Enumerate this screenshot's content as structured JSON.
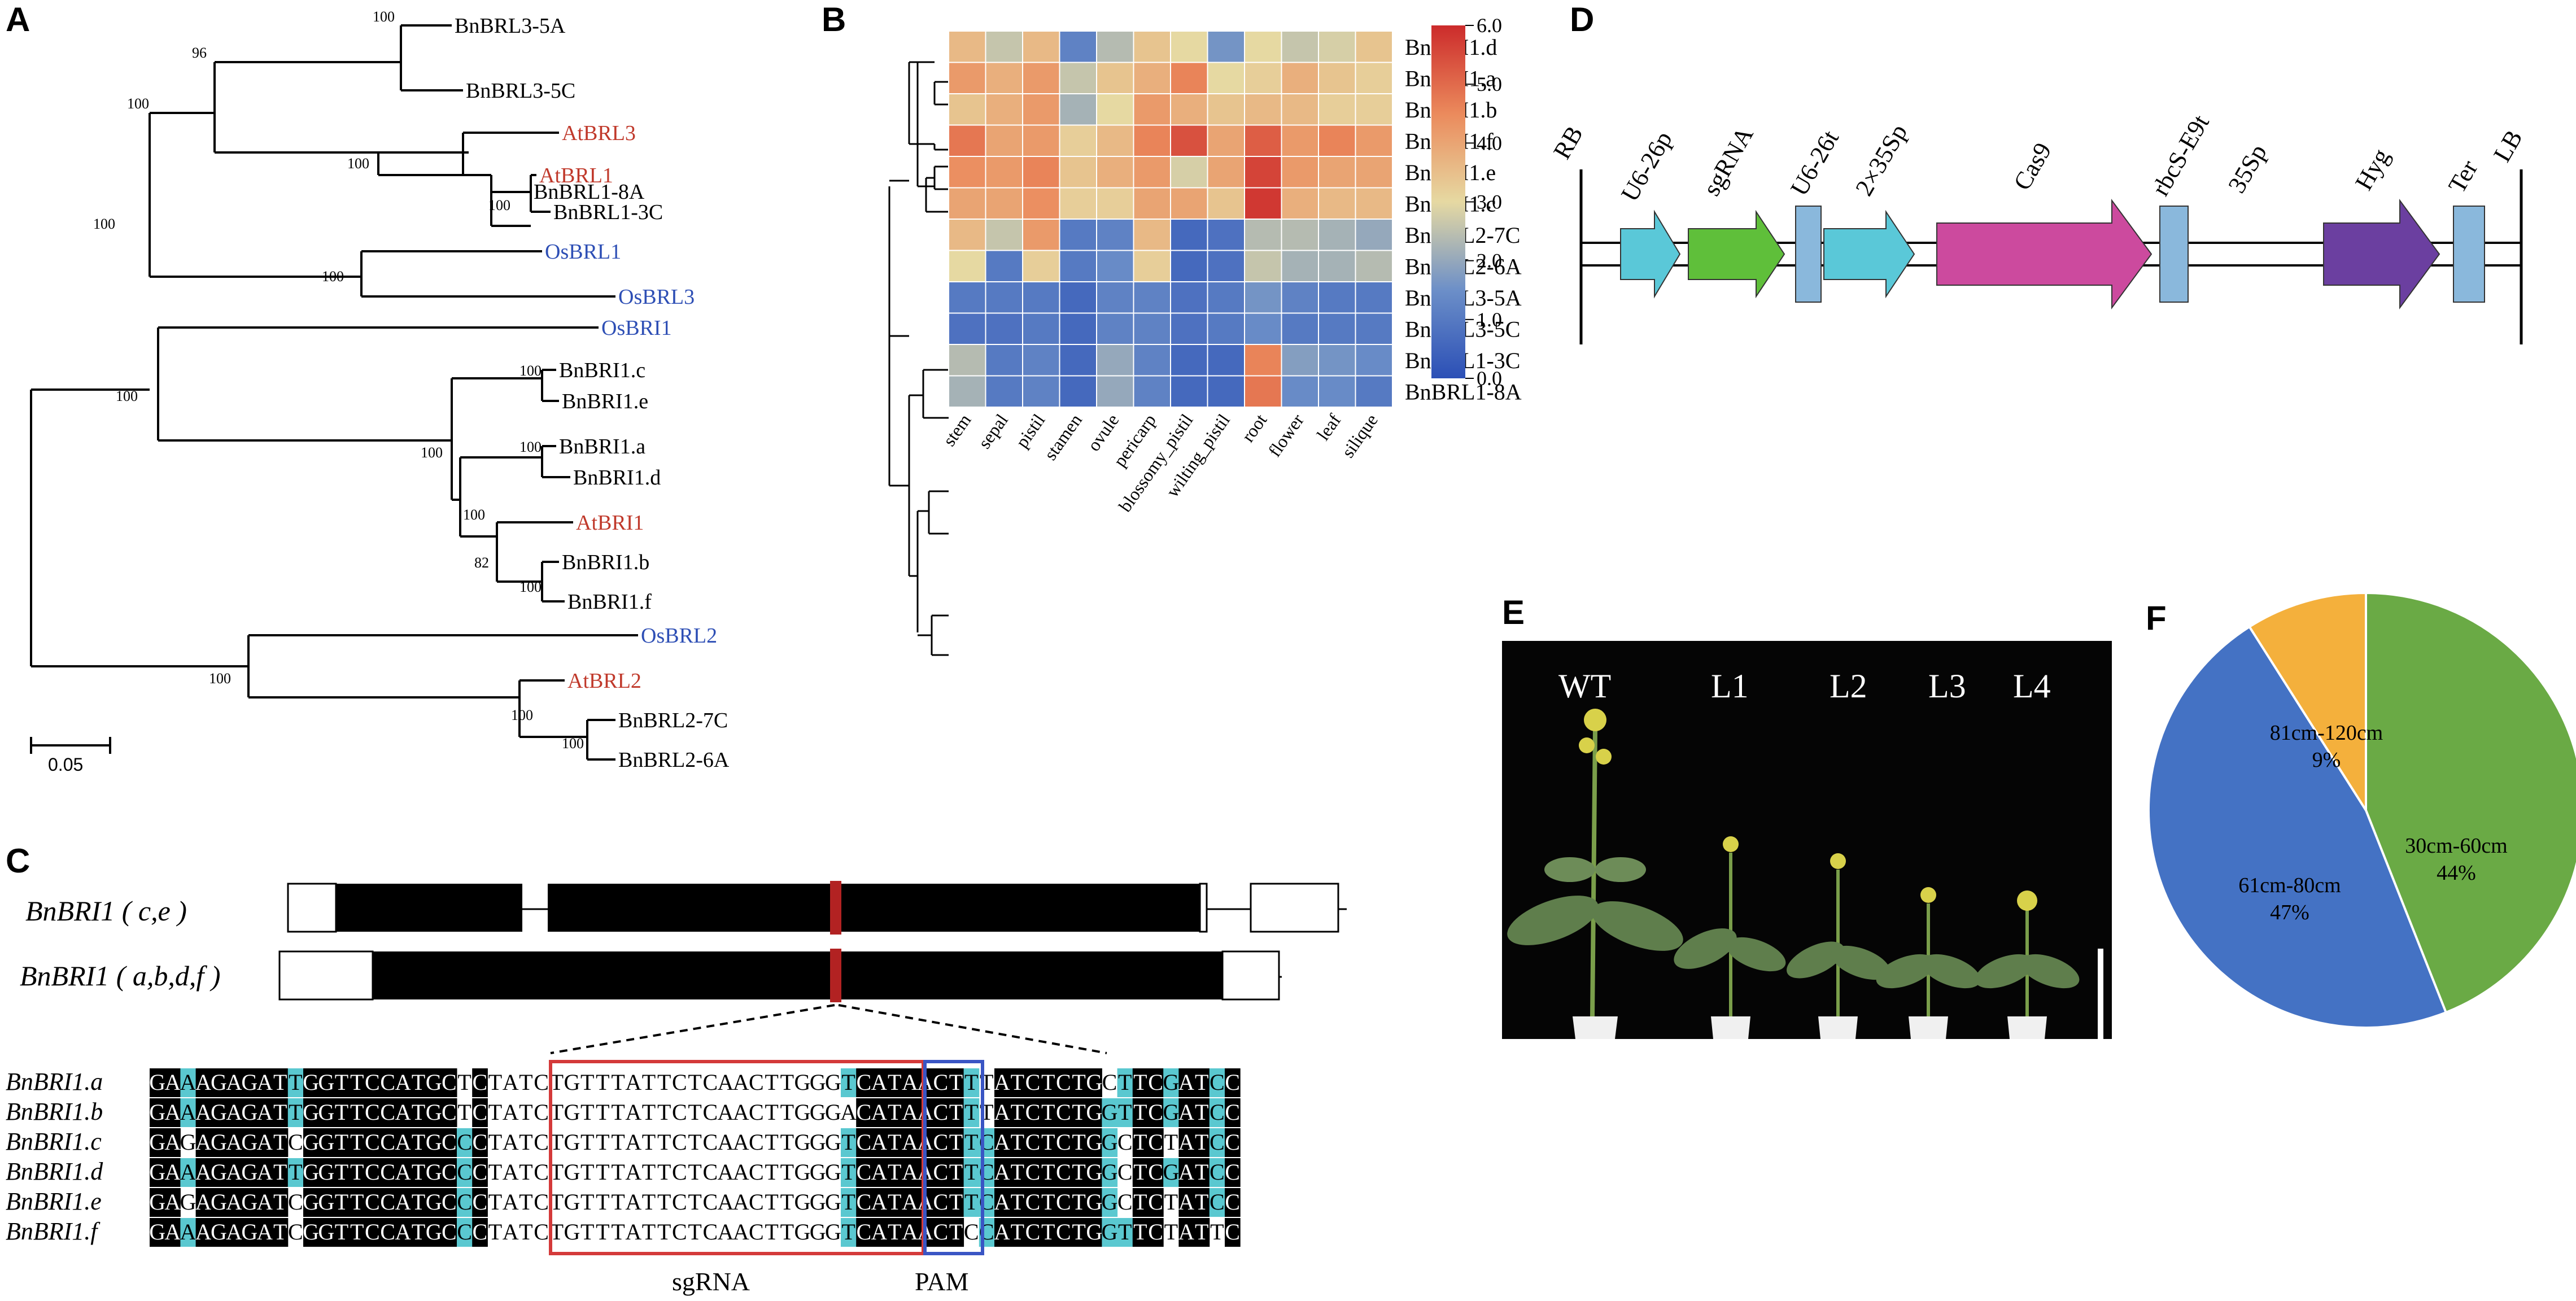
{
  "panels": {
    "A": {
      "letter": "A",
      "leaves": [
        {
          "label": "BnBRL3-5A",
          "color": "#000000"
        },
        {
          "label": "BnBRL3-5C",
          "color": "#000000"
        },
        {
          "label": "AtBRL3",
          "color": "#c0392b"
        },
        {
          "label": "AtBRL1",
          "color": "#c0392b"
        },
        {
          "label": "BnBRL1-8A",
          "color": "#000000"
        },
        {
          "label": "BnBRL1-3C",
          "color": "#000000"
        },
        {
          "label": "OsBRL1",
          "color": "#2e4fb5"
        },
        {
          "label": "OsBRL3",
          "color": "#2e4fb5"
        },
        {
          "label": "OsBRI1",
          "color": "#2e4fb5"
        },
        {
          "label": "BnBRI1.c",
          "color": "#000000"
        },
        {
          "label": "BnBRI1.e",
          "color": "#000000"
        },
        {
          "label": "BnBRI1.a",
          "color": "#000000"
        },
        {
          "label": "BnBRI1.d",
          "color": "#000000"
        },
        {
          "label": "AtBRI1",
          "color": "#c0392b"
        },
        {
          "label": "BnBRI1.b",
          "color": "#000000"
        },
        {
          "label": "BnBRI1.f",
          "color": "#000000"
        },
        {
          "label": "OsBRL2",
          "color": "#2e4fb5"
        },
        {
          "label": "AtBRL2",
          "color": "#c0392b"
        },
        {
          "label": "BnBRL2-7C",
          "color": "#000000"
        },
        {
          "label": "BnBRL2-6A",
          "color": "#000000"
        }
      ],
      "bootstrap": [
        "100",
        "96",
        "100",
        "100",
        "100",
        "100",
        "100",
        "100",
        "100",
        "100",
        "100",
        "100",
        "82",
        "100",
        "100",
        "100",
        "100"
      ],
      "scale_label": "0.05"
    },
    "B": {
      "letter": "B",
      "chart_data": {
        "type": "heatmap",
        "rows": [
          "BnBRI1.d",
          "BnBRI1.a",
          "BnBRI1.b",
          "BnBRI1.f",
          "BnBRI1.e",
          "BnBRI1.c",
          "BnBRL2-7C",
          "BnBRL2-6A",
          "BnBRL3-5A",
          "BnBRL3-5C",
          "BnBRL1-3C",
          "BnBRL1-8A"
        ],
        "columns": [
          "stem",
          "sepal",
          "pistil",
          "stamen",
          "ovule",
          "pericarp",
          "blossomy_pistil",
          "wilting_pistil",
          "root",
          "flower",
          "leaf",
          "silique"
        ],
        "values": [
          [
            3.6,
            2.6,
            3.6,
            1.2,
            2.4,
            3.4,
            3.0,
            1.6,
            3.0,
            2.6,
            2.8,
            3.4
          ],
          [
            4.2,
            3.8,
            4.2,
            2.6,
            3.4,
            3.8,
            4.6,
            3.0,
            3.2,
            3.8,
            3.4,
            3.2
          ],
          [
            3.4,
            3.8,
            4.2,
            2.2,
            3.0,
            4.2,
            3.8,
            3.4,
            3.6,
            3.6,
            3.2,
            3.2
          ],
          [
            4.8,
            4.0,
            4.2,
            3.2,
            3.6,
            4.6,
            5.4,
            4.0,
            5.2,
            4.2,
            4.6,
            4.2
          ],
          [
            4.4,
            4.2,
            4.6,
            3.4,
            3.8,
            4.2,
            2.8,
            4.0,
            5.6,
            4.2,
            4.0,
            4.0
          ],
          [
            4.0,
            4.0,
            4.4,
            3.2,
            3.2,
            4.0,
            4.0,
            3.4,
            5.8,
            3.8,
            3.6,
            3.6
          ],
          [
            3.6,
            2.6,
            4.2,
            1.0,
            1.2,
            3.6,
            0.6,
            0.8,
            2.4,
            2.4,
            2.2,
            2.0
          ],
          [
            3.0,
            1.0,
            3.2,
            1.0,
            1.4,
            3.2,
            0.6,
            0.8,
            2.6,
            2.2,
            2.2,
            2.4
          ],
          [
            1.0,
            1.0,
            1.0,
            0.6,
            1.2,
            1.2,
            0.8,
            1.0,
            1.6,
            1.2,
            1.0,
            1.0
          ],
          [
            0.8,
            0.8,
            1.0,
            0.6,
            1.2,
            1.2,
            0.8,
            1.0,
            1.4,
            1.0,
            1.0,
            1.0
          ],
          [
            2.4,
            1.0,
            1.2,
            0.6,
            2.0,
            1.2,
            0.6,
            0.6,
            4.6,
            1.8,
            1.6,
            1.4
          ],
          [
            2.2,
            1.0,
            1.2,
            0.6,
            2.0,
            1.2,
            0.6,
            0.6,
            4.8,
            1.4,
            1.4,
            1.0
          ]
        ],
        "colorbar": {
          "min": 0.0,
          "max": 6.0,
          "ticks": [
            "6.0",
            "5.0",
            "4.0",
            "3.0",
            "2.0",
            "1.0",
            "0.0"
          ]
        }
      }
    },
    "C": {
      "letter": "C",
      "gene1": "BnBRI1 ( c,e )",
      "gene2": "BnBRI1 ( a,b,d,f )",
      "sequences": [
        {
          "name": "BnBRI1.a",
          "seq": "GAAAGAGATTGGTTCCATGCTCTATCTGTTTATTCTCAACTTGGGTCATAACTTTATCTCTGCTTCGATCC"
        },
        {
          "name": "BnBRI1.b",
          "seq": "GAAAGAGATTGGTTCCATGCTCTATCTGTTTATTCTCAACTTGGGACATAACTTTATCTCTGGTTCGATCC"
        },
        {
          "name": "BnBRI1.c",
          "seq": "GAGAGAGATCGGTTCCATGCCCTATCTGTTTATTCTCAACTTGGGTCATAACTTCATCTCTGGCTCTATCC"
        },
        {
          "name": "BnBRI1.d",
          "seq": "GAAAGAGATTGGTTCCATGCCCTATCTGTTTATTCTCAACTTGGGTCATAACTTCATCTCTGGCTCGATCC"
        },
        {
          "name": "BnBRI1.e",
          "seq": "GAGAGAGATCGGTTCCATGCCCTATCTGTTTATTCTCAACTTGGGTCATAACTTCATCTCTGGCTCTATCC"
        },
        {
          "name": "BnBRI1.f",
          "seq": "GAAAGAGATCGGTTCCATGCCCTATCTGTTTATTCTCAACTTGGGTCATAACTCCATCTCTGGTTCTATTC"
        }
      ],
      "sgrna_label": "sgRNA",
      "pam_label": "PAM"
    },
    "D": {
      "letter": "D",
      "labels": {
        "rb": "RB",
        "lb": "LB",
        "u6p": "U6-26p",
        "sgrna": "sgRNA",
        "u6t": "U6-26t",
        "p35s2": "2×35Sp",
        "cas9": "Cas9",
        "rbcs": "rbcS-E9t",
        "p35s": "35Sp",
        "hyg": "Hyg",
        "ter": "Ter"
      },
      "colors": {
        "cyan": "#5ac8d8",
        "green": "#5fbf3a",
        "magenta": "#cc4a9e",
        "purple": "#6b3fa0",
        "lightblue": "#8ab8dc"
      }
    },
    "E": {
      "letter": "E",
      "plant_labels": [
        "WT",
        "L1",
        "L2",
        "L3",
        "L4"
      ]
    },
    "F": {
      "letter": "F",
      "chart_data": {
        "type": "pie",
        "slices": [
          {
            "label": "30cm-60cm",
            "value": 44,
            "pct": "44%",
            "color": "#6aaa45"
          },
          {
            "label": "61cm-80cm",
            "value": 47,
            "pct": "47%",
            "color": "#4472c4"
          },
          {
            "label": "81cm-120cm",
            "value": 9,
            "pct": "9%",
            "color": "#f4b03c"
          }
        ]
      }
    }
  }
}
